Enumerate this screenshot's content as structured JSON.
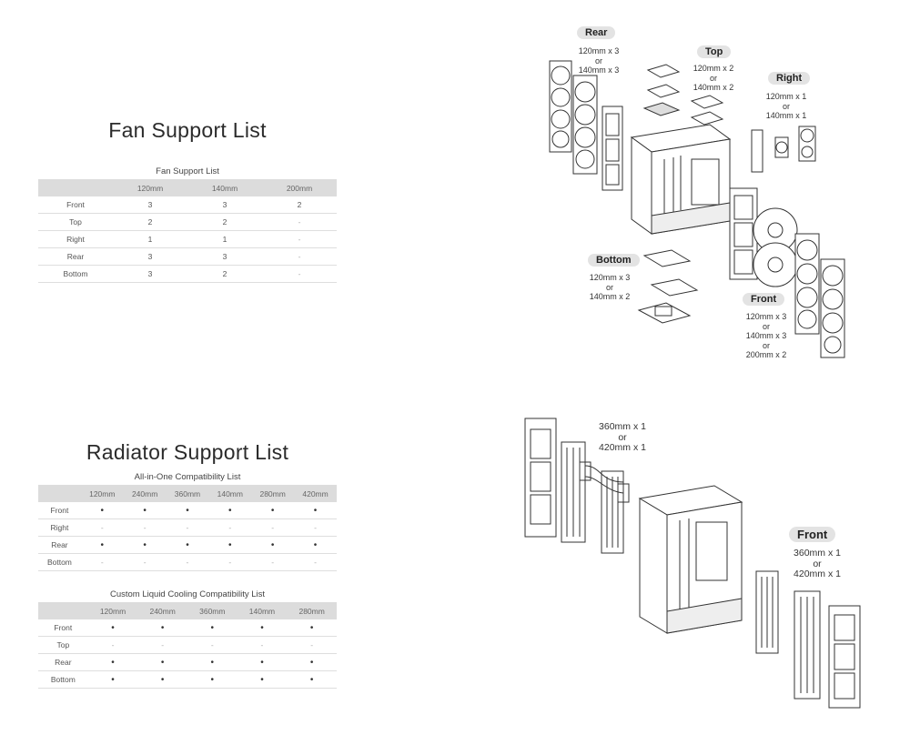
{
  "fan_section": {
    "title": "Fan Support List",
    "caption": "Fan Support List",
    "columns": [
      "",
      "120mm",
      "140mm",
      "200mm"
    ],
    "rows": [
      {
        "label": "Front",
        "values": [
          "3",
          "3",
          "2"
        ]
      },
      {
        "label": "Top",
        "values": [
          "2",
          "2",
          "-"
        ]
      },
      {
        "label": "Right",
        "values": [
          "1",
          "1",
          "-"
        ]
      },
      {
        "label": "Rear",
        "values": [
          "3",
          "3",
          "-"
        ]
      },
      {
        "label": "Bottom",
        "values": [
          "3",
          "2",
          "-"
        ]
      }
    ]
  },
  "radiator_section": {
    "title": "Radiator Support List",
    "aio": {
      "caption": "All-in-One Compatibility List",
      "columns": [
        "",
        "120mm",
        "240mm",
        "360mm",
        "140mm",
        "280mm",
        "420mm"
      ],
      "rows": [
        {
          "label": "Front",
          "values": [
            "•",
            "•",
            "•",
            "•",
            "•",
            "•"
          ]
        },
        {
          "label": "Right",
          "values": [
            "-",
            "-",
            "-",
            "-",
            "-",
            "-"
          ]
        },
        {
          "label": "Rear",
          "values": [
            "•",
            "•",
            "•",
            "•",
            "•",
            "•"
          ]
        },
        {
          "label": "Bottom",
          "values": [
            "-",
            "-",
            "-",
            "-",
            "-",
            "-"
          ]
        }
      ]
    },
    "custom": {
      "caption": "Custom Liquid Cooling Compatibility List",
      "columns": [
        "",
        "120mm",
        "240mm",
        "360mm",
        "140mm",
        "280mm"
      ],
      "rows": [
        {
          "label": "Front",
          "values": [
            "•",
            "•",
            "•",
            "•",
            "•"
          ]
        },
        {
          "label": "Top",
          "values": [
            "-",
            "-",
            "-",
            "-",
            "-"
          ]
        },
        {
          "label": "Rear",
          "values": [
            "•",
            "•",
            "•",
            "•",
            "•"
          ]
        },
        {
          "label": "Bottom",
          "values": [
            "•",
            "•",
            "•",
            "•",
            "•"
          ]
        }
      ]
    }
  },
  "fan_diagram": {
    "rear_label": "Rear",
    "rear_spec": [
      "120mm x 3",
      "or",
      "140mm x 3"
    ],
    "top_label": "Top",
    "top_spec": [
      "120mm x 2",
      "or",
      "140mm x 2"
    ],
    "right_label": "Right",
    "right_spec": [
      "120mm x 1",
      "or",
      "140mm x 1"
    ],
    "bottom_label": "Bottom",
    "bottom_spec": [
      "120mm x 3",
      "or",
      "140mm x 2"
    ],
    "front_label": "Front",
    "front_spec": [
      "120mm x 3",
      "or",
      "140mm x 3",
      "or",
      "200mm x 2"
    ]
  },
  "radiator_diagram": {
    "rear_spec": [
      "360mm x 1",
      "or",
      "420mm x 1"
    ],
    "front_label": "Front",
    "front_spec": [
      "360mm x 1",
      "or",
      "420mm x 1"
    ]
  }
}
